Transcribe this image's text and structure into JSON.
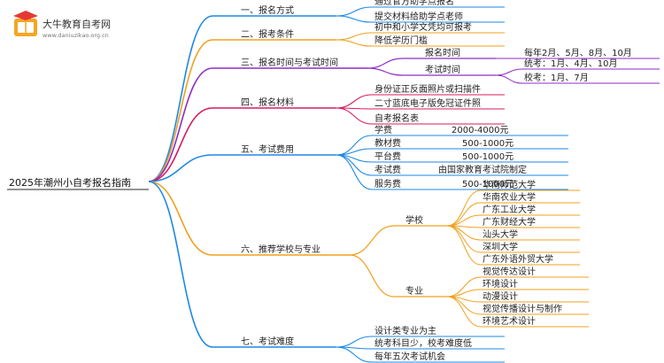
{
  "brand": {
    "name": "大牛教育自考网",
    "url": "www.daniuzikao.org.cn",
    "icon": "graduation-book-icon"
  },
  "mindmap": {
    "root": "2025年潮州小自考报名指南",
    "branches": [
      {
        "label": "一、报名方式",
        "color": "#1e88e5",
        "children": [
          {
            "label": "通过官方助学点报名"
          },
          {
            "label": "提交材料给助学点老师"
          }
        ]
      },
      {
        "label": "二、报考条件",
        "color": "#f0a01e",
        "children": [
          {
            "label": "初中和小学文凭均可报考"
          },
          {
            "label": "降低学历门槛"
          }
        ]
      },
      {
        "label": "三、报名时间与考试时间",
        "color": "#8e2dc5",
        "children": [
          {
            "label": "报名时间",
            "children": [
              {
                "label": "每年2月、5月、8月、10月"
              }
            ]
          },
          {
            "label": "考试时间",
            "children": [
              {
                "label": "统考：1月、4月、10月"
              },
              {
                "label": "校考：1月、7月"
              }
            ]
          }
        ]
      },
      {
        "label": "四、报名材料",
        "color": "#d81b60",
        "children": [
          {
            "label": "身份证正反面照片或扫描件"
          },
          {
            "label": "二寸蓝底电子版免冠证件照"
          },
          {
            "label": "自考报名表"
          }
        ]
      },
      {
        "label": "五、考试费用",
        "color": "#1e88e5",
        "children": [
          {
            "label": "学费",
            "value": "2000-4000元"
          },
          {
            "label": "教材费",
            "value": "500-1000元"
          },
          {
            "label": "平台费",
            "value": "500-1000元"
          },
          {
            "label": "考试费",
            "value": "由国家教育考试院制定"
          },
          {
            "label": "服务费",
            "value": "500-1000元"
          }
        ]
      },
      {
        "label": "六、推荐学校与专业",
        "color": "#f0a01e",
        "children": [
          {
            "label": "学校",
            "children": [
              {
                "label": "华南师范大学"
              },
              {
                "label": "华南农业大学"
              },
              {
                "label": "广东工业大学"
              },
              {
                "label": "广东财经大学"
              },
              {
                "label": "汕头大学"
              },
              {
                "label": "深圳大学"
              },
              {
                "label": "广东外语外贸大学"
              }
            ]
          },
          {
            "label": "专业",
            "children": [
              {
                "label": "视觉传达设计"
              },
              {
                "label": "环境设计"
              },
              {
                "label": "动漫设计"
              },
              {
                "label": "视觉传播设计与制作"
              },
              {
                "label": "环境艺术设计"
              }
            ]
          }
        ]
      },
      {
        "label": "七、考试难度",
        "color": "#1e88e5",
        "children": [
          {
            "label": "设计类专业为主"
          },
          {
            "label": "统考科目少，校考难度低"
          },
          {
            "label": "每年五次考试机会"
          }
        ]
      }
    ]
  }
}
